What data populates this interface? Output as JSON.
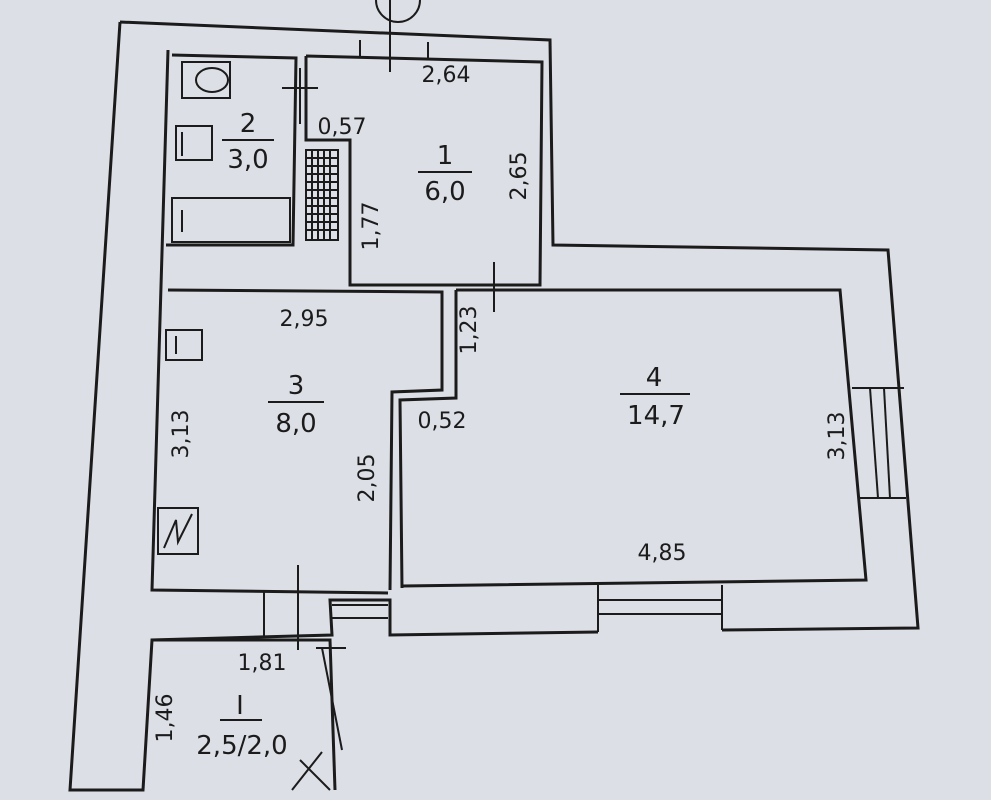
{
  "rooms": [
    {
      "number": "1",
      "area": "6,0"
    },
    {
      "number": "2",
      "area": "3,0"
    },
    {
      "number": "3",
      "area": "8,0"
    },
    {
      "number": "4",
      "area": "14,7"
    },
    {
      "number": "I",
      "area": "2,5/2,0"
    }
  ],
  "dimensions": {
    "room1_width": "2,64",
    "room1_height": "2,65",
    "corridor_height": "1,77",
    "bath_gap": "0,57",
    "room3_width": "2,95",
    "room3_height": "3,13",
    "room3_partition": "2,05",
    "passage_height": "1,23",
    "passage_width": "0,52",
    "room4_width": "4,85",
    "room4_height": "3,13",
    "balcony_width": "1,81",
    "balcony_height": "1,46"
  }
}
